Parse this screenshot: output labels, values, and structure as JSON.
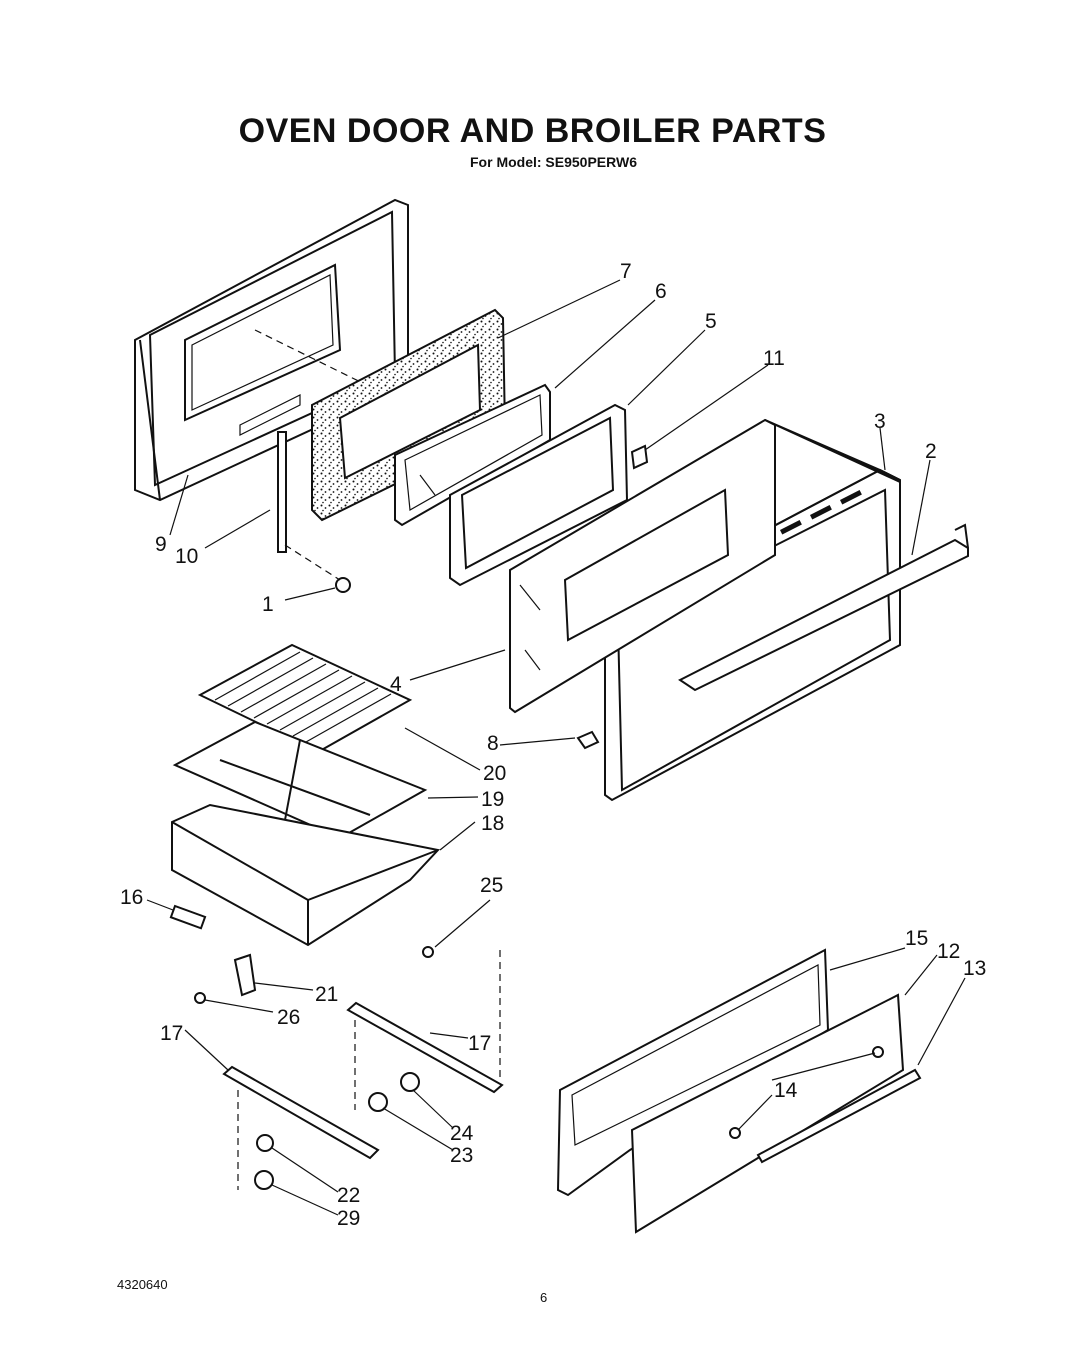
{
  "title": "OVEN DOOR AND BROILER PARTS",
  "subtitle": "For Model: SE950PERW6",
  "footer": {
    "doc_number": "4320640",
    "page_number": "6"
  },
  "callouts": {
    "c1": "1",
    "c2": "2",
    "c3": "3",
    "c4": "4",
    "c5": "5",
    "c6": "6",
    "c7": "7",
    "c8": "8",
    "c9": "9",
    "c10": "10",
    "c11": "11",
    "c12": "12",
    "c13": "13",
    "c14": "14",
    "c15": "15",
    "c16": "16",
    "c17a": "17",
    "c17b": "17",
    "c18": "18",
    "c19": "19",
    "c20": "20",
    "c21": "21",
    "c22": "22",
    "c23": "23",
    "c24": "24",
    "c25": "25",
    "c26": "26",
    "c29": "29"
  }
}
